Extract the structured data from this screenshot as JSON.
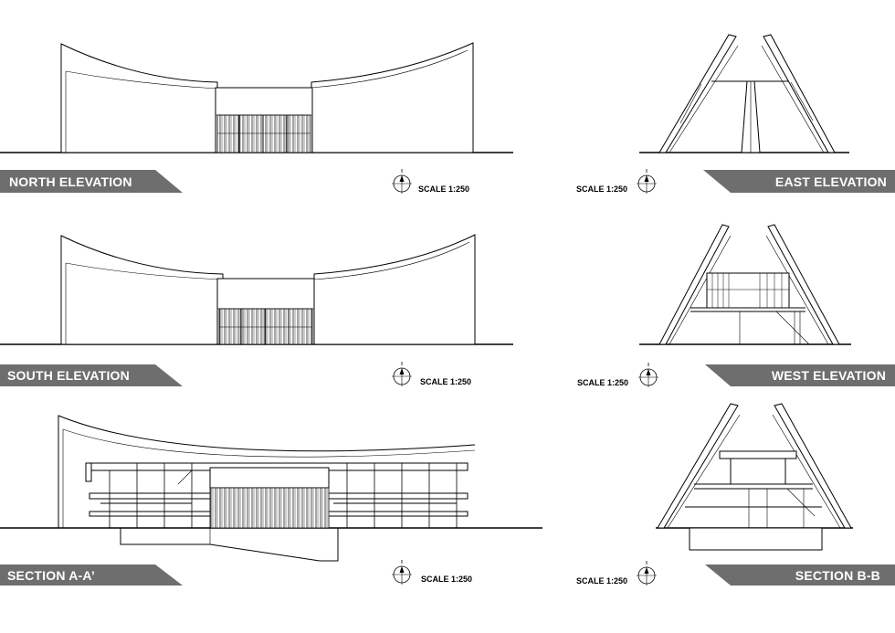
{
  "drawings": [
    {
      "id": "north",
      "label": "NORTH ELEVATION",
      "scale": "SCALE 1:250"
    },
    {
      "id": "east",
      "label": "EAST ELEVATION",
      "scale": "SCALE 1:250"
    },
    {
      "id": "south",
      "label": "SOUTH ELEVATION",
      "scale": "SCALE 1:250"
    },
    {
      "id": "west",
      "label": "WEST ELEVATION",
      "scale": "SCALE 1:250"
    },
    {
      "id": "section-aa",
      "label": "SECTION A-A’",
      "scale": "SCALE 1:250"
    },
    {
      "id": "section-bb",
      "label": "SECTION B-B",
      "scale": "SCALE 1:250"
    }
  ],
  "colors": {
    "banner": "#6e6e6e",
    "banner_text": "#ffffff",
    "linework": "#000000"
  },
  "icons": {
    "north_arrow": "north-arrow-icon"
  }
}
